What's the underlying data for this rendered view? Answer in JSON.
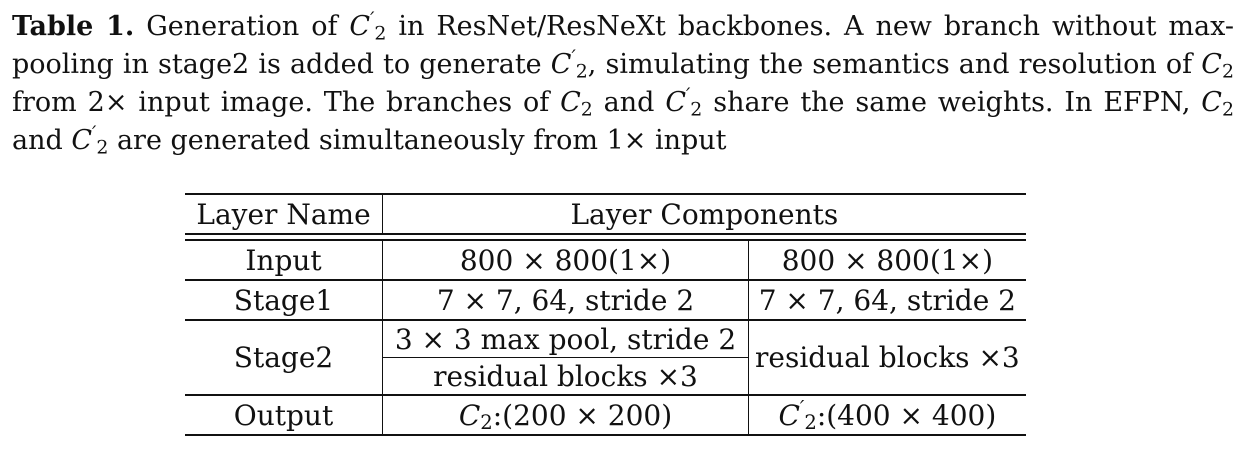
{
  "caption": {
    "label": "Table 1.",
    "t1": " Generation of ",
    "t2": " in ResNet/ResNeXt backbones. A new branch without max-pooling in stage2 is added to generate ",
    "t3": ", simulating the semantics and resolution of ",
    "t4": " from 2× input image. The branches of ",
    "t5": " and ",
    "t6": " share the same weights. In EFPN, ",
    "t7": " and ",
    "t8": " are generated simultaneously from 1× input",
    "sym_c": "C",
    "sub_2": "2",
    "prime": "′"
  },
  "table": {
    "headers": [
      "Layer Name",
      "Layer Components"
    ],
    "rows": {
      "input": {
        "name": "Input",
        "a": "800 × 800(1×)",
        "b": "800 × 800(1×)"
      },
      "stage1": {
        "name": "Stage1",
        "a": "7 × 7, 64, stride 2",
        "b": "7 × 7, 64, stride 2"
      },
      "stage2": {
        "name": "Stage2",
        "a1": "3 × 3 max pool, stride 2",
        "a2": "residual blocks ×3",
        "b": "residual blocks ×3"
      },
      "output": {
        "name": "Output",
        "a_val": ":(200 × 200)",
        "b_val": ":(400 × 400)"
      }
    }
  }
}
